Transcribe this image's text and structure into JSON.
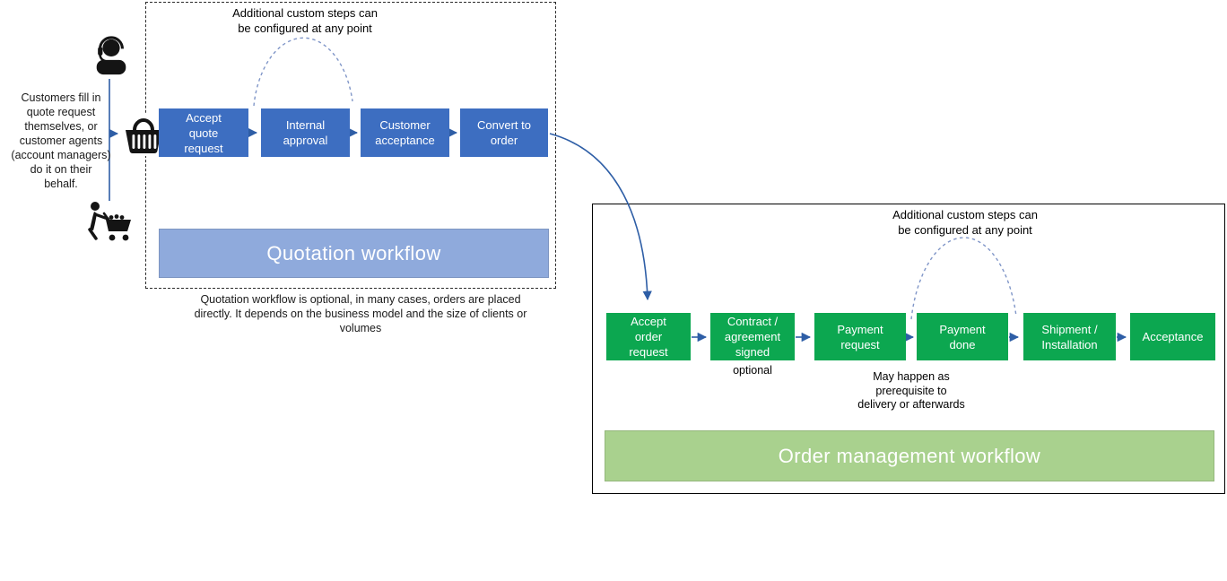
{
  "palette": {
    "step_blue": "#3D6EC1",
    "quotation_banner_fill": "#8FAADC",
    "step_green": "#0CA750",
    "order_banner_fill": "#A9D18E",
    "arrow_blue": "#2E5EA6",
    "dash_blue": "#8096C8"
  },
  "left_panel": {
    "note": "Customers fill in\nquote request\nthemselves, or\ncustomer agents\n(account managers)\ndo it on their\nbehalf.",
    "icons": [
      "support-agent-icon",
      "shopping-basket-icon",
      "customer-with-cart-icon"
    ]
  },
  "quotation": {
    "annotation": "Additional custom steps can\nbe configured at any point",
    "steps": [
      {
        "label": "Accept quote request"
      },
      {
        "label": "Internal approval"
      },
      {
        "label": "Customer acceptance"
      },
      {
        "label": "Convert to order"
      }
    ],
    "banner_label": "Quotation workflow",
    "caption": "Quotation workflow is optional, in many cases, orders are placed\ndirectly. It depends on the business model and the size of clients or\nvolumes"
  },
  "order": {
    "annotation": "Additional custom steps can\nbe configured at any point",
    "steps": [
      {
        "label": "Accept order request"
      },
      {
        "label": "Contract / agreement signed",
        "note": "optional"
      },
      {
        "label": "Payment request"
      },
      {
        "label": "Payment done",
        "note": "May happen as\nprerequisite to\ndelivery or afterwards"
      },
      {
        "label": "Shipment / Installation"
      },
      {
        "label": "Acceptance"
      }
    ],
    "banner_label": "Order management workflow"
  }
}
